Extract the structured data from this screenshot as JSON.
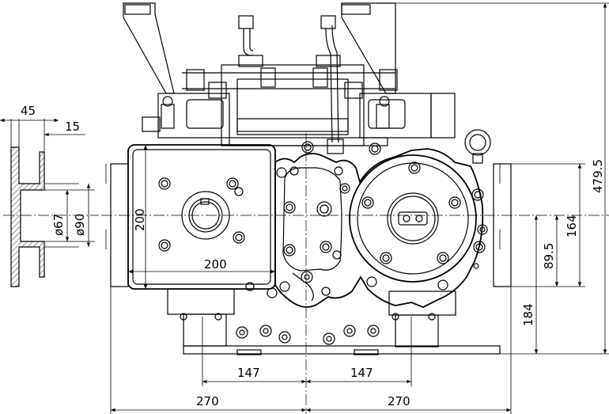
{
  "dimensions": {
    "flange_width": "45",
    "flange_step": "15",
    "flange_dia_inner": "ø67",
    "flange_dia_outer": "ø90",
    "housing_height": "200",
    "housing_width": "200",
    "total_height": "479.5",
    "mount_span": "164",
    "mount_offset": "89.5",
    "base_height": "184",
    "shaft_to_center_left": "147",
    "shaft_to_center_right": "147",
    "half_width_left": "270",
    "half_width_right": "270"
  }
}
